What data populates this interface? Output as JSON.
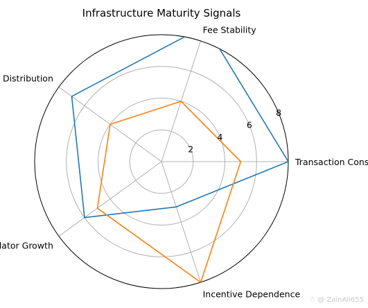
{
  "chart_data": {
    "type": "radar",
    "title": "Infrastructure Maturity Signals",
    "categories": [
      "Transaction Consistency",
      "Fee Stability",
      "User Distribution",
      "Validator Growth",
      "Incentive Dependence"
    ],
    "series": [
      {
        "color": "#1f77b4",
        "values": [
          8,
          9,
          7,
          6,
          3
        ]
      },
      {
        "color": "#ff7f0e",
        "values": [
          5,
          4,
          4,
          5,
          8
        ]
      }
    ],
    "rlim": [
      0,
      8
    ],
    "rticks": [
      2,
      4,
      6,
      8
    ],
    "rtick_labels": [
      "2",
      "4",
      "6",
      "8"
    ],
    "grid": true
  },
  "watermark": "☃ @ ZainAli655",
  "colors": {
    "grid": "#b0b0b0",
    "frame": "#000000"
  }
}
